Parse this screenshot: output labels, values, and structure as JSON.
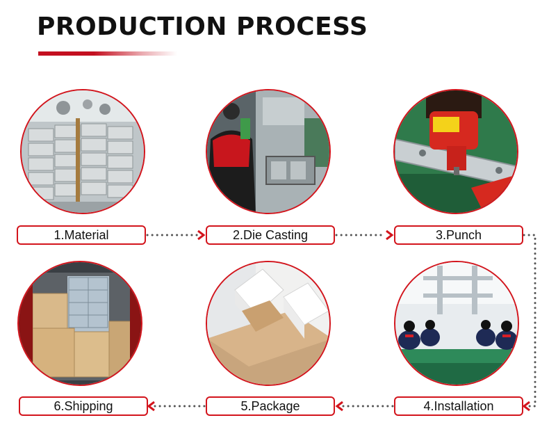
{
  "header": {
    "title": "PRODUCTION PROCESS",
    "accent_color": "#c41020"
  },
  "steps": [
    {
      "label": "1.Material",
      "icon": "aluminum-ingots-photo"
    },
    {
      "label": "2.Die Casting",
      "icon": "die-casting-machine-photo"
    },
    {
      "label": "3.Punch",
      "icon": "punch-press-photo"
    },
    {
      "label": "4.Installation",
      "icon": "assembly-line-photo"
    },
    {
      "label": "5.Package",
      "icon": "cardboard-boxes-photo"
    },
    {
      "label": "6.Shipping",
      "icon": "shipping-container-photo"
    }
  ],
  "colors": {
    "border": "#d3141c",
    "connector": "#555555",
    "text": "#111111"
  }
}
